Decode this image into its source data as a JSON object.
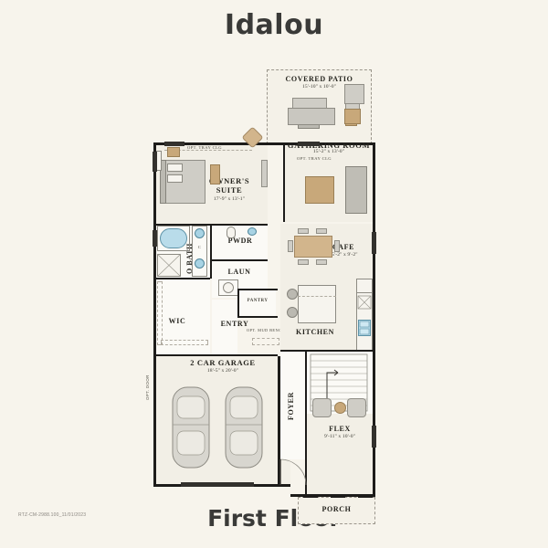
{
  "page": {
    "title": "Idalou",
    "floor_caption": "First Floor",
    "plan_code": "RTZ-CM-2988.100_11/01/2023",
    "background_color": "#f7f4ec",
    "ink_color": "#26251f"
  },
  "rooms": [
    {
      "key": "covered_patio",
      "name": "COVERED PATIO",
      "dim": "15'-10\" x 10'-0\""
    },
    {
      "key": "gathering_room",
      "name": "GATHERING ROOM",
      "dim": "15'-2\" x 13'-0\"",
      "note": "OPT. TRAY CLG"
    },
    {
      "key": "owners_suite",
      "name": "OWNER'S SUITE",
      "dim": "17'-9\" x 13'-1\"",
      "note": "OPT. TRAY CLG"
    },
    {
      "key": "cafe",
      "name": "CAFE",
      "dim": "15'-2\" x 9'-2\""
    },
    {
      "key": "kitchen",
      "name": "KITCHEN",
      "dim": ""
    },
    {
      "key": "owners_bath",
      "name": "O BATH",
      "dim": ""
    },
    {
      "key": "pwdr",
      "name": "PWDR",
      "dim": ""
    },
    {
      "key": "laun",
      "name": "LAUN",
      "dim": ""
    },
    {
      "key": "pantry",
      "name": "PANTRY",
      "dim": ""
    },
    {
      "key": "wic",
      "name": "WIC",
      "dim": ""
    },
    {
      "key": "entry",
      "name": "ENTRY",
      "dim": ""
    },
    {
      "key": "foyer",
      "name": "FOYER",
      "dim": ""
    },
    {
      "key": "flex",
      "name": "FLEX",
      "dim": "9'-11\" x 10'-0\""
    },
    {
      "key": "garage",
      "name": "2 CAR GARAGE",
      "dim": "18'-5\" x 20'-0\""
    },
    {
      "key": "porch",
      "name": "PORCH",
      "dim": ""
    }
  ],
  "annotations": {
    "opt_tray_clg_owners": "OPT. TRAY CLG",
    "opt_tray_clg_gathering": "OPT. TRAY CLG",
    "opt_mud_bench": "OPT. MUD BENCH",
    "opt_door": "OPT. DOOR"
  },
  "colors": {
    "wall": "#1d1c1a",
    "floor": "#f2efe6",
    "furniture_grey": "#c9c7c0",
    "furniture_tan": "#c8a87a",
    "fixture_blue": "#b9dcea",
    "dashed_outline": "#9a958b"
  }
}
